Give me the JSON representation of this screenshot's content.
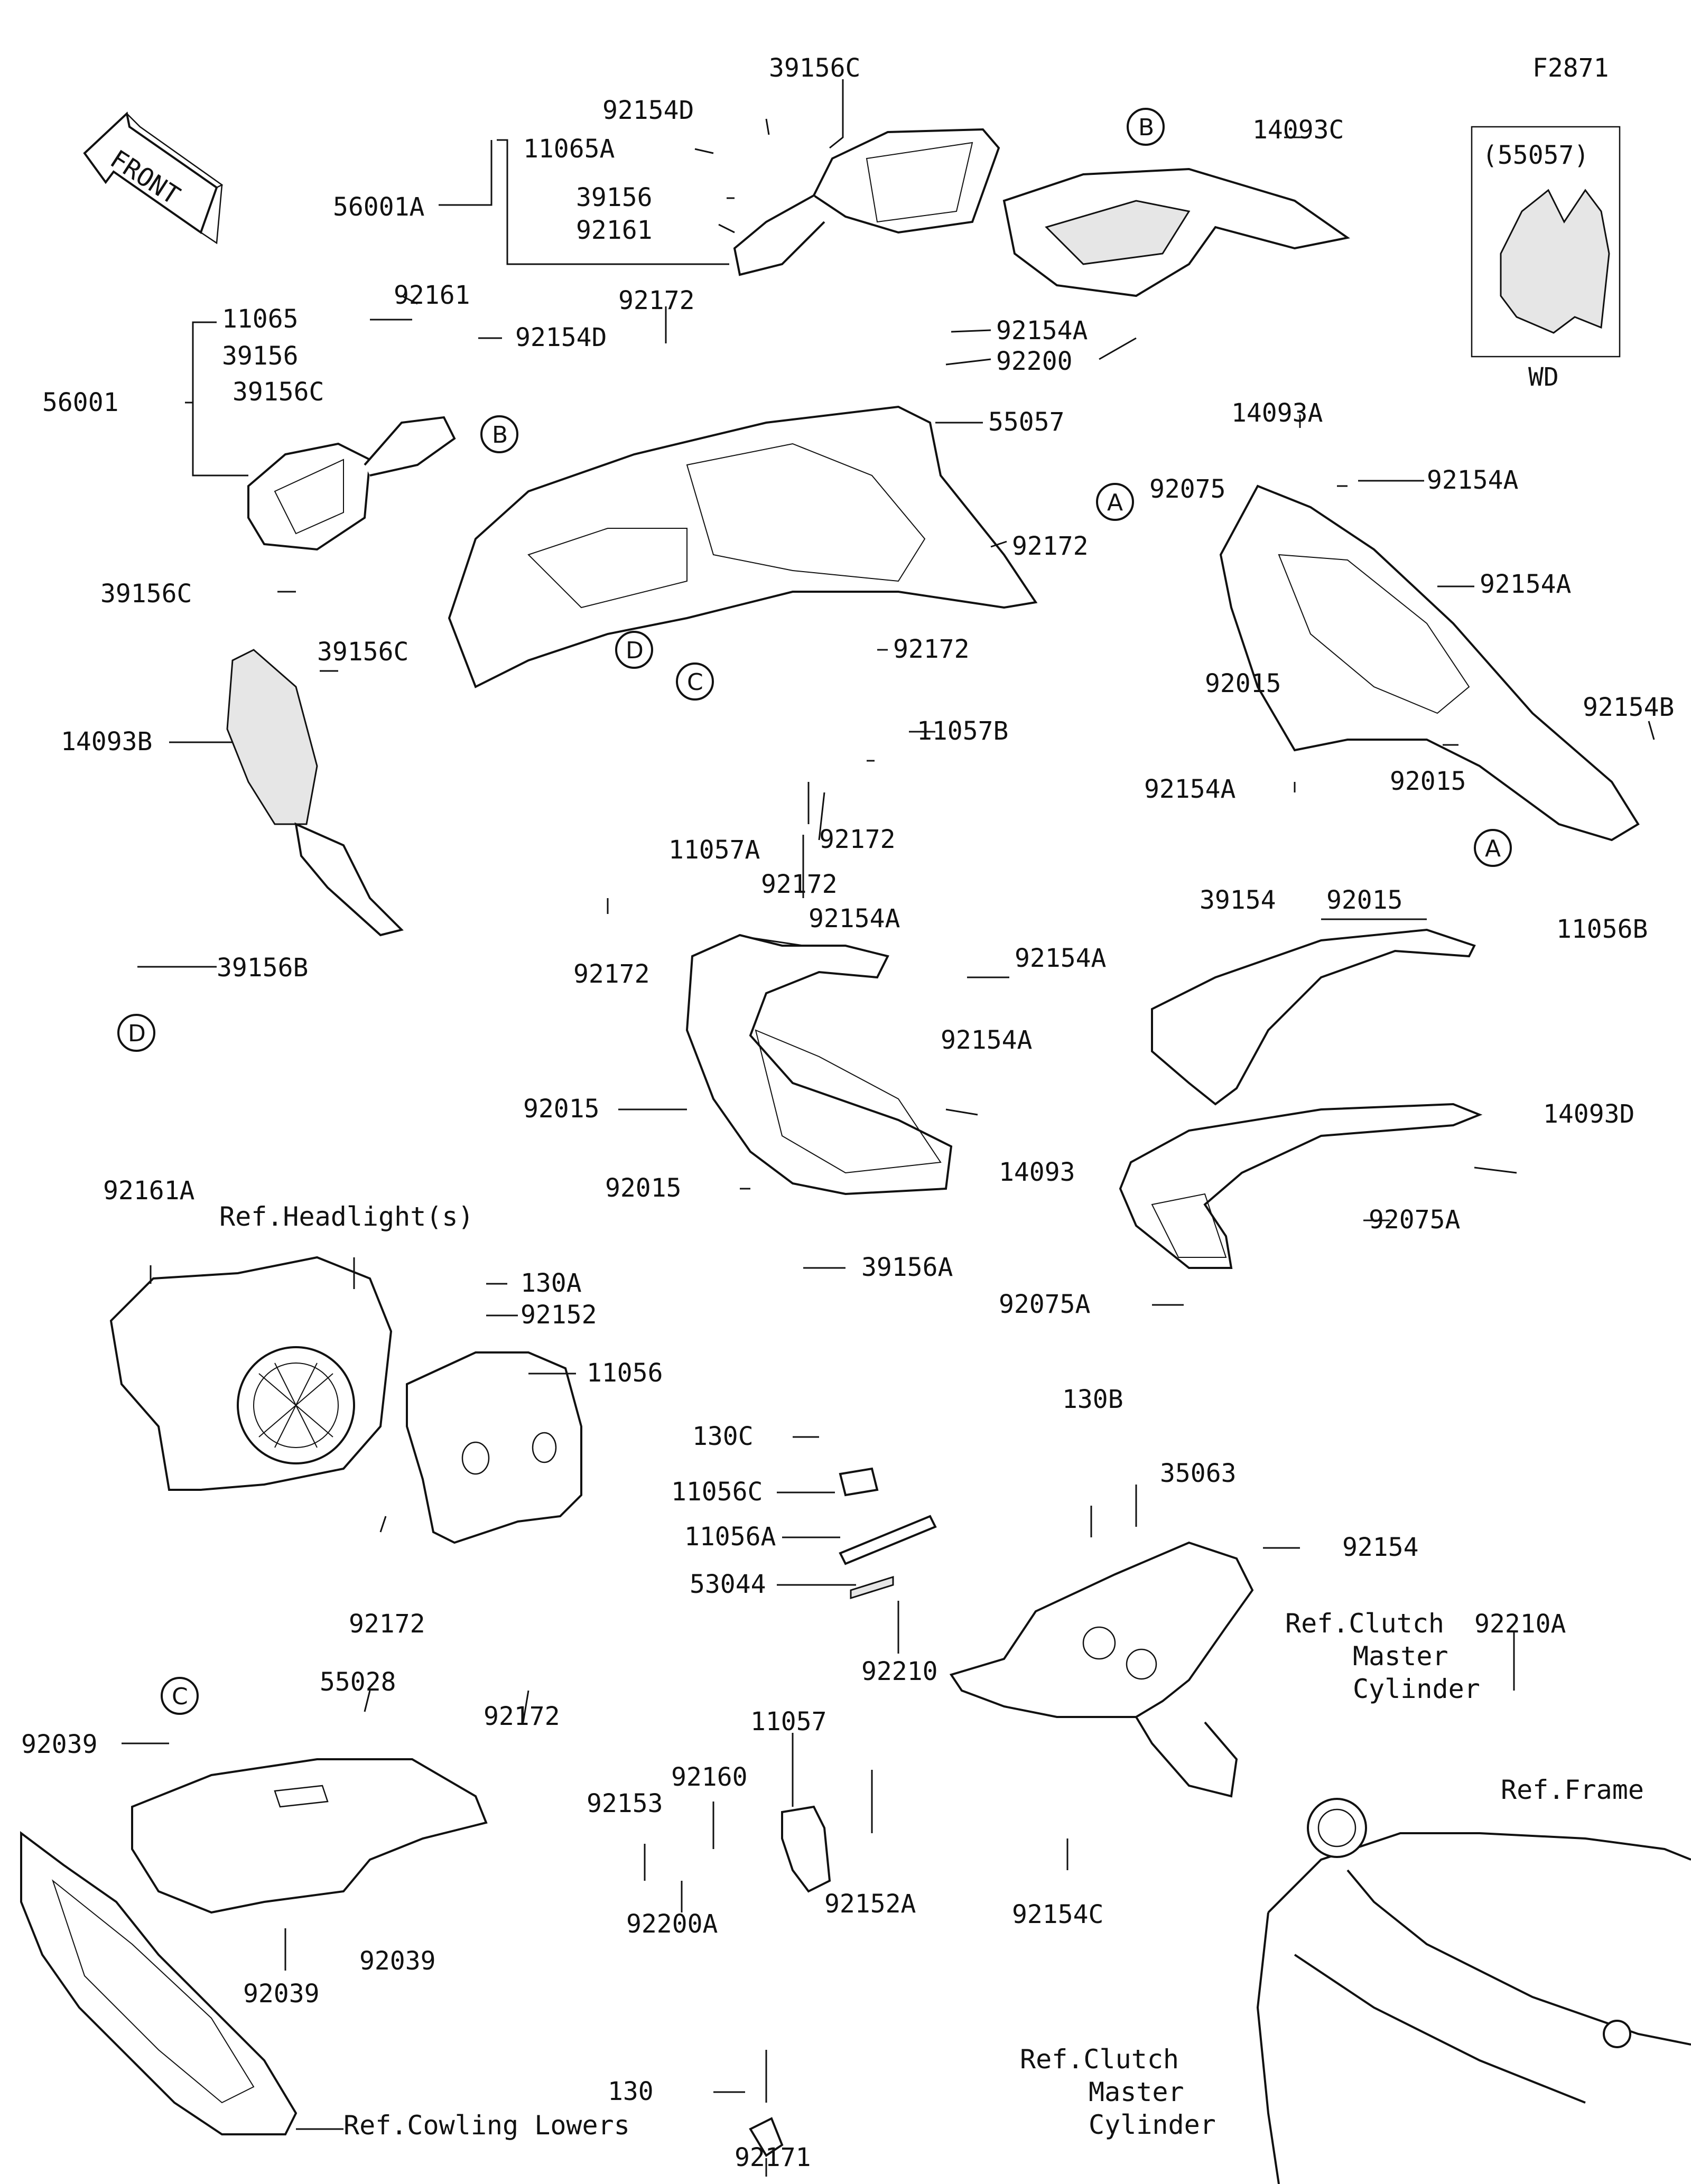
{
  "figure_code": "F2871",
  "front_label": "FRONT",
  "variant_box": {
    "part": "(55057)",
    "caption": "WD"
  },
  "circle_markers": [
    "A",
    "B",
    "C",
    "D"
  ],
  "labels": [
    "39156C",
    "92154D",
    "11065A",
    "39156",
    "56001A",
    "92161",
    "11065",
    "92161",
    "39156",
    "92154D",
    "39156C",
    "56001",
    "92172",
    "92154A",
    "92200",
    "55057",
    "14093C",
    "14093A",
    "92075",
    "92154A",
    "92172",
    "92154A",
    "39156C",
    "39156C",
    "92172",
    "92015",
    "14093B",
    "11057B",
    "92172",
    "11057A",
    "92172",
    "92154A",
    "92015",
    "92154B",
    "92172",
    "39156B",
    "92154A",
    "92154A",
    "39154",
    "92015",
    "11056B",
    "92154A",
    "92015",
    "14093",
    "14093D",
    "92015",
    "39156A",
    "92075A",
    "92161A",
    "130A",
    "92152",
    "11056",
    "92075A",
    "130C",
    "130B",
    "35063",
    "11056C",
    "11056A",
    "92154",
    "53044",
    "92172",
    "92210",
    "92172",
    "92210A",
    "55028",
    "92039",
    "11057",
    "92160",
    "92153",
    "92152A",
    "92154C",
    "92039",
    "92039",
    "92200A",
    "130",
    "92171"
  ],
  "refs": {
    "headlight": "Ref.Headlight(s)",
    "clutch_upper_1": "Ref.Clutch",
    "clutch_upper_2": "Master",
    "clutch_upper_3": "Cylinder",
    "frame": "Ref.Frame",
    "clutch_lower_1": "Ref.Clutch",
    "clutch_lower_2": "Master",
    "clutch_lower_3": "Cylinder",
    "cowling_lowers": "Ref.Cowling Lowers"
  }
}
